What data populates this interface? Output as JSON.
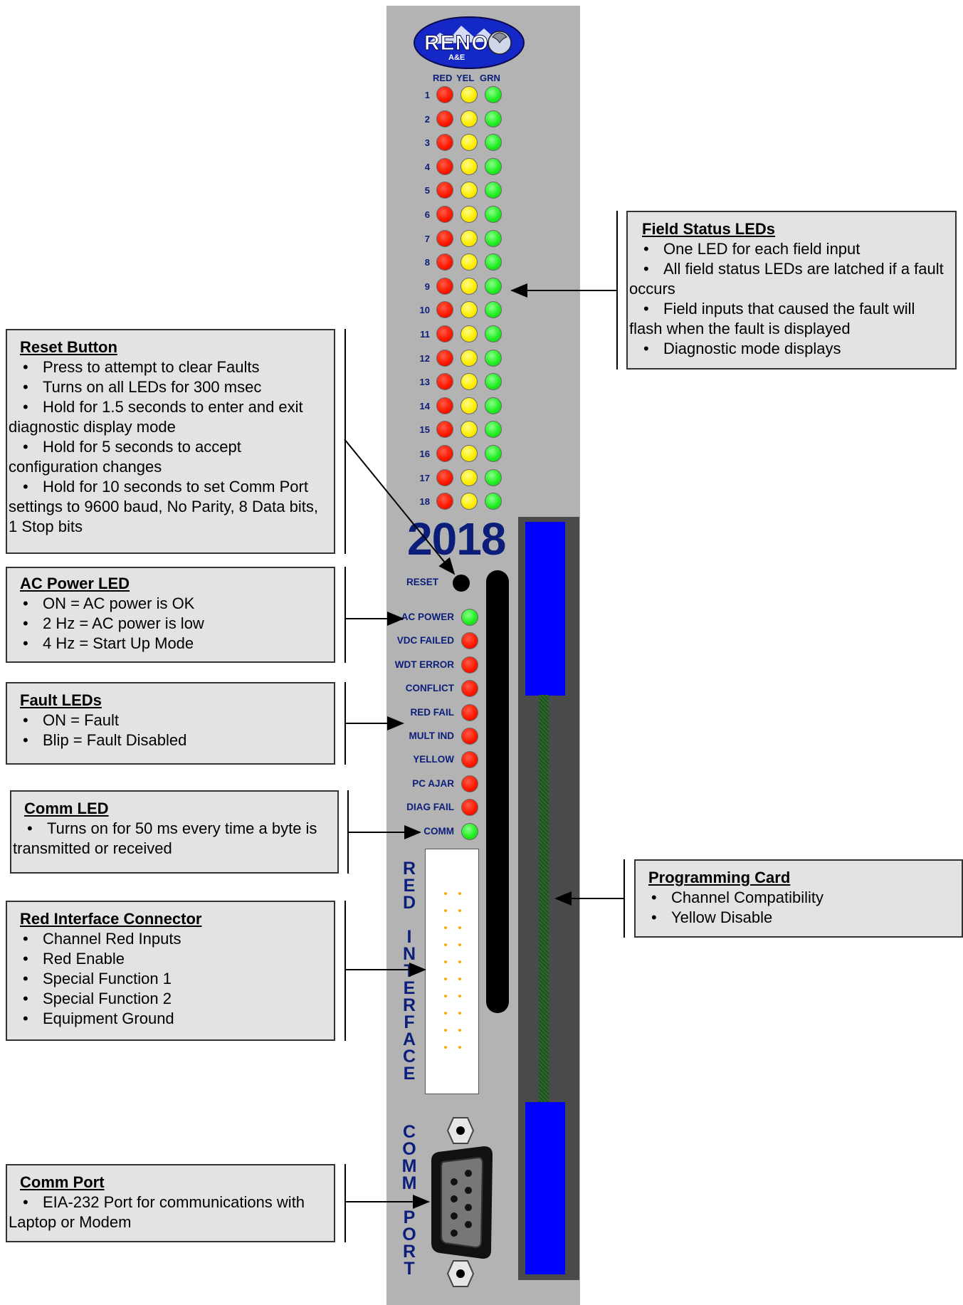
{
  "logo": {
    "name": "RENO",
    "sub": "A&E"
  },
  "led_headers": [
    "RED",
    "YEL",
    "GRN"
  ],
  "channels": [
    "1",
    "2",
    "3",
    "4",
    "5",
    "6",
    "7",
    "8",
    "9",
    "10",
    "11",
    "12",
    "13",
    "14",
    "15",
    "16",
    "17",
    "18"
  ],
  "model": "2018",
  "reset_label": "RESET",
  "status_leds": [
    {
      "label": "AC POWER",
      "color": "green"
    },
    {
      "label": "VDC FAILED",
      "color": "red"
    },
    {
      "label": "WDT ERROR",
      "color": "red"
    },
    {
      "label": "CONFLICT",
      "color": "red"
    },
    {
      "label": "RED FAIL",
      "color": "red"
    },
    {
      "label": "MULT IND",
      "color": "red"
    },
    {
      "label": "YELLOW",
      "color": "red"
    },
    {
      "label": "PC AJAR",
      "color": "red"
    },
    {
      "label": "DIAG FAIL",
      "color": "red"
    },
    {
      "label": "COMM",
      "color": "green"
    }
  ],
  "vertical_labels": {
    "red_interface": "RED INTERFACE",
    "comm_port": "COMM PORT"
  },
  "callouts": {
    "field_status": {
      "title": "Field Status LEDs",
      "items": [
        "One LED for each field input",
        "All field status LEDs are latched if a fault occurs",
        "Field inputs that caused the fault will flash when the fault is displayed",
        "Diagnostic mode displays"
      ]
    },
    "reset": {
      "title": "Reset Button",
      "items": [
        "Press to attempt to clear Faults",
        "Turns on all LEDs for 300 msec",
        "Hold for 1.5 seconds to enter and exit diagnostic display mode",
        "Hold for 5 seconds to accept configuration changes",
        "Hold for 10 seconds to set Comm Port settings to 9600 baud, No Parity, 8 Data bits, 1 Stop bits"
      ]
    },
    "ac_power": {
      "title": "AC Power LED",
      "items": [
        "ON = AC power is OK",
        "2 Hz = AC power is low",
        "4 Hz = Start Up Mode"
      ]
    },
    "fault": {
      "title": "Fault LEDs",
      "items": [
        "ON = Fault",
        "Blip = Fault Disabled"
      ]
    },
    "comm_led": {
      "title": "Comm LED",
      "items": [
        "Turns on for 50 ms every time a byte is transmitted or received"
      ]
    },
    "programming_card": {
      "title": "Programming Card",
      "items": [
        "Channel Compatibility",
        "Yellow Disable"
      ]
    },
    "red_interface": {
      "title": "Red Interface Connector",
      "items": [
        "Channel Red Inputs",
        "Red Enable",
        "Special Function 1",
        "Special Function 2",
        "Equipment Ground"
      ]
    },
    "comm_port": {
      "title": "Comm Port",
      "items": [
        "EIA-232 Port for communications with Laptop or Modem"
      ]
    }
  },
  "colors": {
    "panel": "#b3b3b3",
    "label_blue": "#0b1e7a",
    "card_blue": "#0000ff",
    "callout_bg": "#e3e3e3"
  }
}
